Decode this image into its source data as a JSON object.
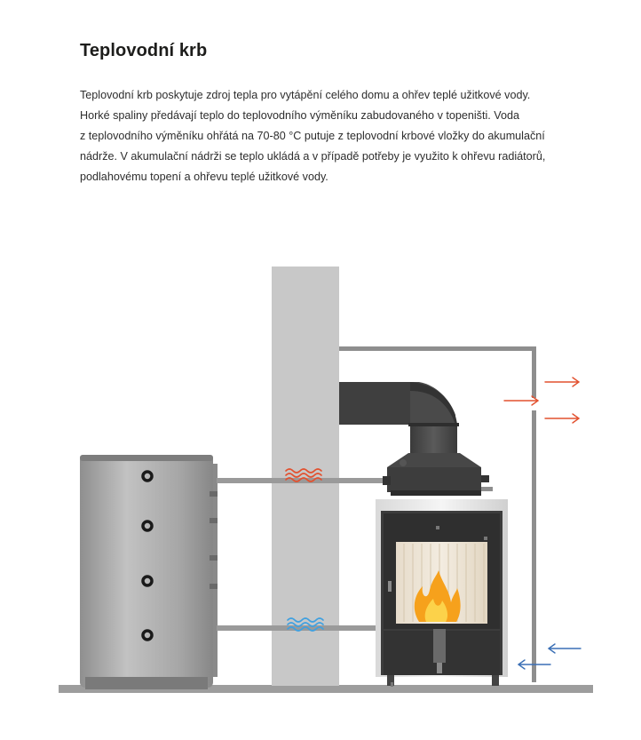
{
  "title": "Teplovodní krb",
  "description_lines": [
    "Teplovodní krb poskytuje zdroj tepla pro vytápění celého domu a ohřev teplé užitkové vody.",
    "Horké spaliny předávají teplo do teplovodního výměníku zabudovaného v topeništi. Voda",
    "z teplovodního výměníku ohřátá na 70-80 °C putuje z teplovodní krbové vložky do akumulační",
    "nádrže. V akumulační nádrži se teplo ukládá a v případě potřeby je využito k ohřevu radiátorů,",
    "podlahovému topení a ohřevu teplé užitkové vody."
  ],
  "colors": {
    "hot": "#e2512f",
    "cold": "#3a6fb5",
    "wall": "#c8c8c8",
    "pipe": "#8e8e8e",
    "tank": "#a9a9a9",
    "stove": "#444444",
    "floor": "#9d9d9d",
    "flame": "#f6a11c"
  },
  "icons": [
    "flame-icon",
    "hot-wave-icon",
    "cold-wave-icon",
    "arrow-right-icon",
    "arrow-left-icon"
  ]
}
